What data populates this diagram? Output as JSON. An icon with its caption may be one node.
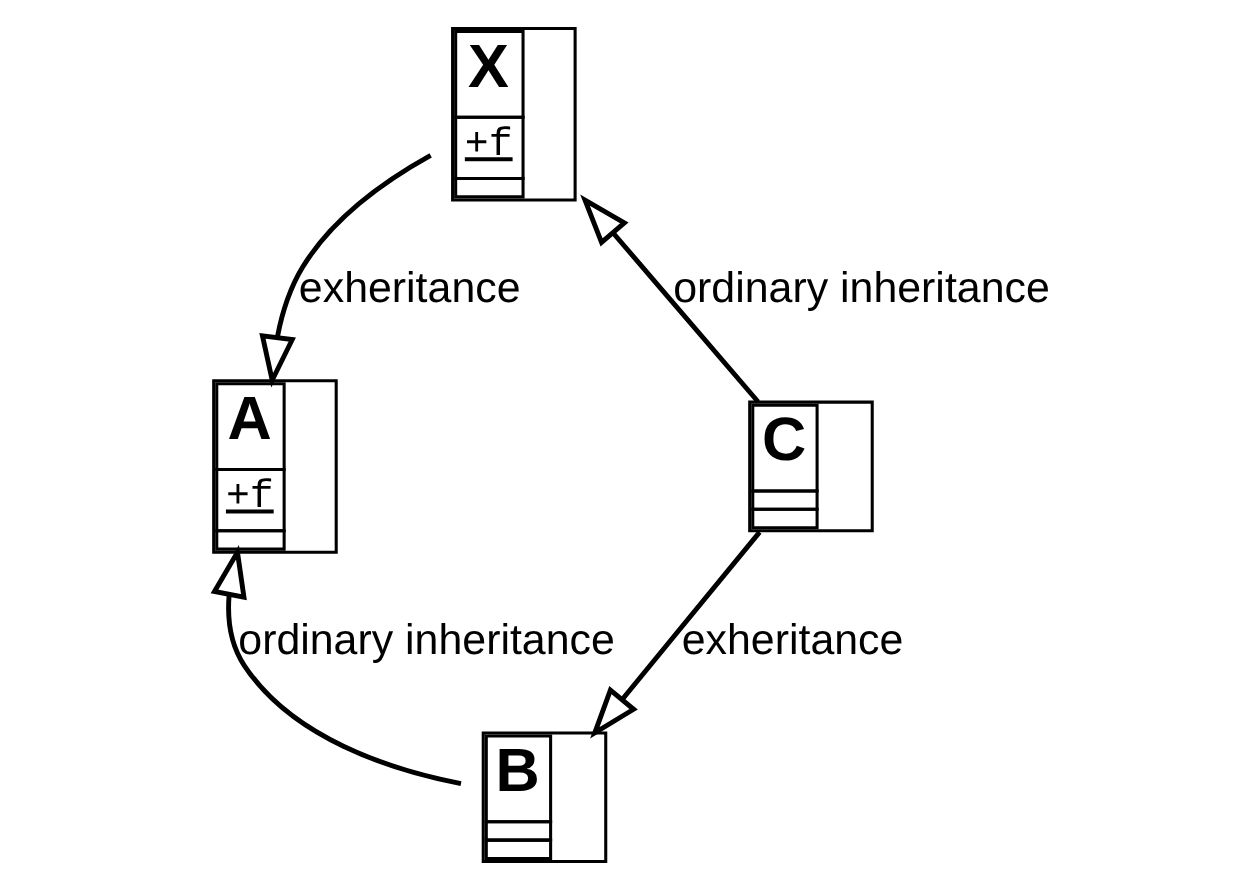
{
  "diagram": {
    "nodes": [
      {
        "text": [
          "X",
          "+f"
        ]
      },
      {
        "text": [
          "A",
          "+f"
        ]
      },
      {
        "text": [
          "C"
        ]
      },
      {
        "text": [
          "B"
        ]
      }
    ],
    "edges": [
      {
        "from": 0,
        "to": 1,
        "arrow": "to",
        "label": "exheritance"
      },
      {
        "from": 2,
        "to": 0,
        "arrow": "to",
        "label": "ordinary inheritance"
      },
      {
        "from": 3,
        "to": 1,
        "arrow": "to",
        "label": "ordinary inheritance"
      },
      {
        "from": 2,
        "to": 3,
        "arrow": "to",
        "label": "exheritance"
      }
    ]
  }
}
